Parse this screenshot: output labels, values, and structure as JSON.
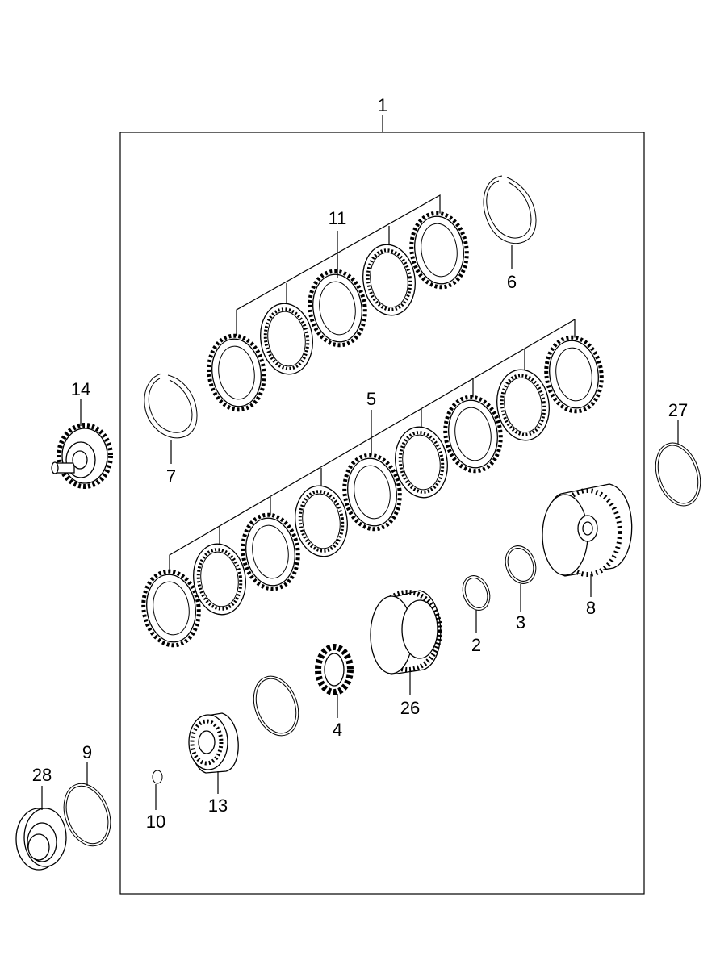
{
  "callouts": {
    "c1": "1",
    "c2": "2",
    "c3": "3",
    "c4": "4",
    "c5": "5",
    "c6": "6",
    "c7": "7",
    "c8": "8",
    "c9": "9",
    "c10": "10",
    "c11": "11",
    "c13": "13",
    "c14": "14",
    "c26": "26",
    "c27": "27",
    "c28": "28"
  },
  "colors": {
    "line": "#000000",
    "background": "#ffffff"
  }
}
